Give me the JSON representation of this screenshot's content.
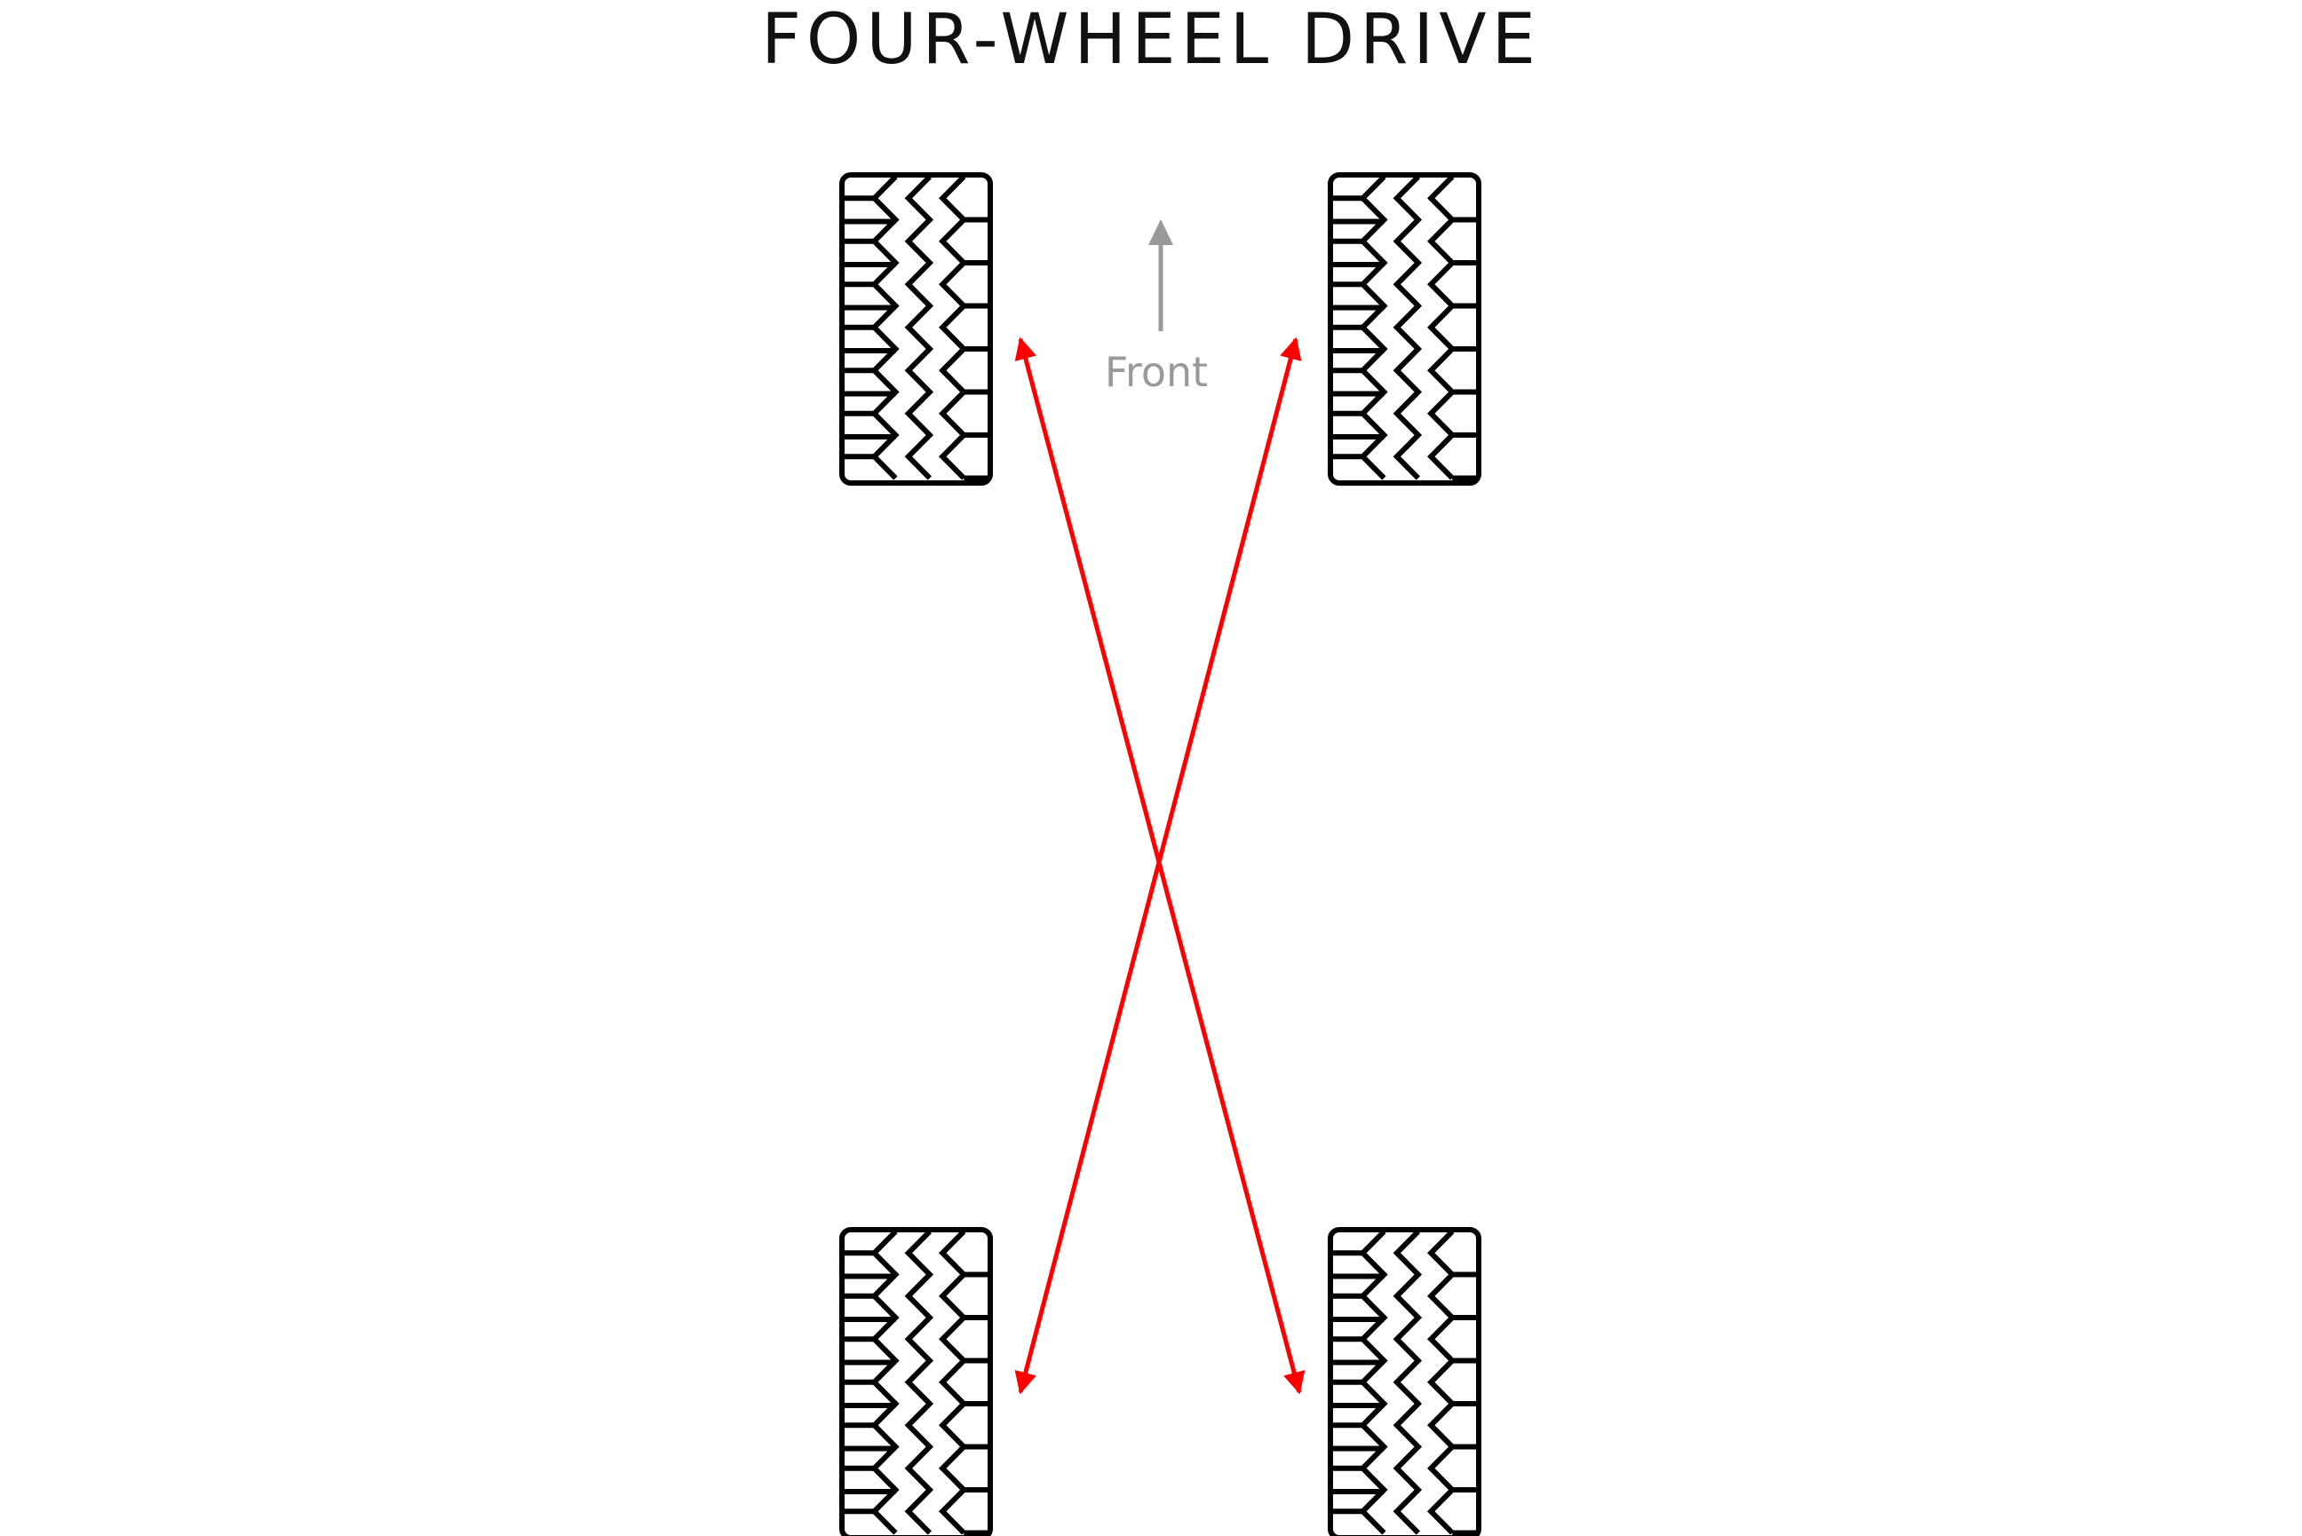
{
  "title": "FOUR-WHEEL DRIVE",
  "front_label": "Front",
  "tires": [
    {
      "id": "front-left"
    },
    {
      "id": "front-right"
    },
    {
      "id": "rear-left"
    },
    {
      "id": "rear-right"
    }
  ],
  "rotation_paths": [
    {
      "from": "front-left",
      "to": "rear-right"
    },
    {
      "from": "front-right",
      "to": "rear-left"
    }
  ],
  "colors": {
    "title": "#111111",
    "tire_outline": "#000000",
    "rotation_arrow": "#ff0000",
    "front_indicator": "#999999"
  }
}
